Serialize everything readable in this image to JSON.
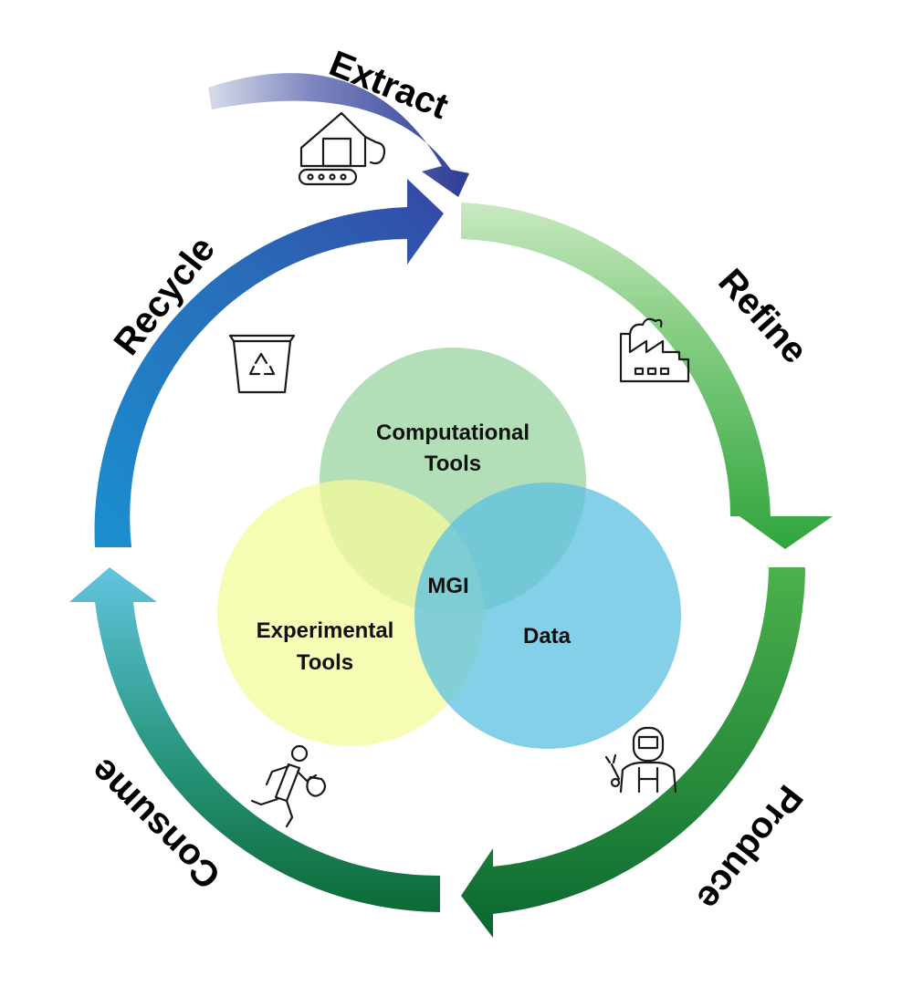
{
  "cycle": {
    "extract": "Extract",
    "refine": "Refine",
    "produce": "Produce",
    "consume": "Consume",
    "recycle": "Recycle"
  },
  "venn": {
    "computational_line1": "Computational",
    "computational_line2": "Tools",
    "experimental_line1": "Experimental",
    "experimental_line2": "Tools",
    "data": "Data",
    "center": "MGI"
  },
  "colors": {
    "computational": "#9fd6a6",
    "experimental": "#f4fb9c",
    "data": "#5cc0e2",
    "green_light": "#a8dca0",
    "green_mid": "#3eaa47",
    "green_dark": "#0c6e34",
    "blue_light": "#5bc2e2",
    "blue_mid": "#1a8ccc",
    "blue_dark": "#2d4aa8"
  },
  "icons": [
    "excavator-icon",
    "factory-icon",
    "welder-icon",
    "shopper-icon",
    "recycle-bin-icon"
  ]
}
